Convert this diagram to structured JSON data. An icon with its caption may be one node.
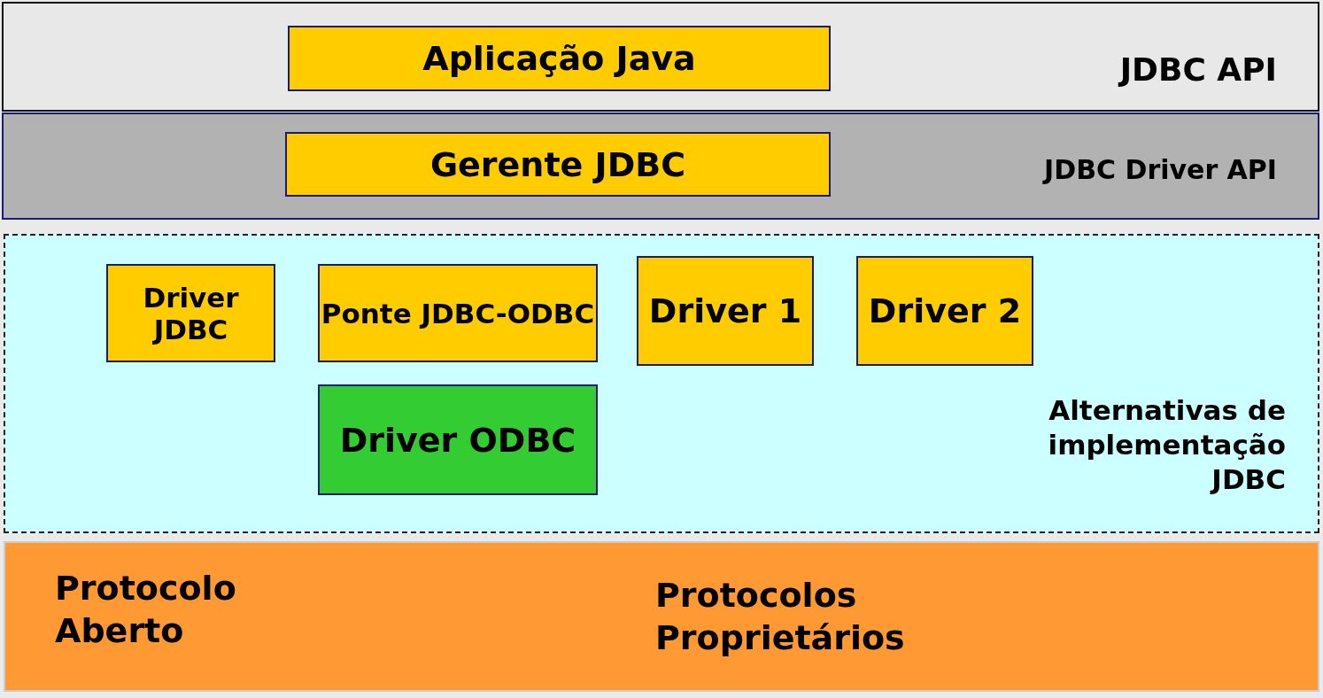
{
  "diagram": {
    "nodes": [
      {
        "text": [
          "JDBC API"
        ]
      },
      {
        "text": [
          "Aplicação Java"
        ],
        "in": 0
      },
      {
        "text": [
          "JDBC Driver API"
        ]
      },
      {
        "text": [
          "Gerente JDBC"
        ],
        "in": 2
      },
      {
        "text": [
          "Alternativas de implementação JDBC"
        ]
      },
      {
        "text": [
          "Driver JDBC"
        ],
        "in": 4
      },
      {
        "text": [
          "Ponte JDBC-ODBC"
        ],
        "in": 4
      },
      {
        "text": [
          "Driver 1"
        ],
        "in": 4
      },
      {
        "text": [
          "Driver 2"
        ],
        "in": 4
      },
      {
        "text": [
          "Driver ODBC"
        ],
        "in": 4
      },
      {
        "text": [
          "Protocolo Aberto",
          "Protocolos Proprietários"
        ]
      }
    ],
    "edges": []
  }
}
